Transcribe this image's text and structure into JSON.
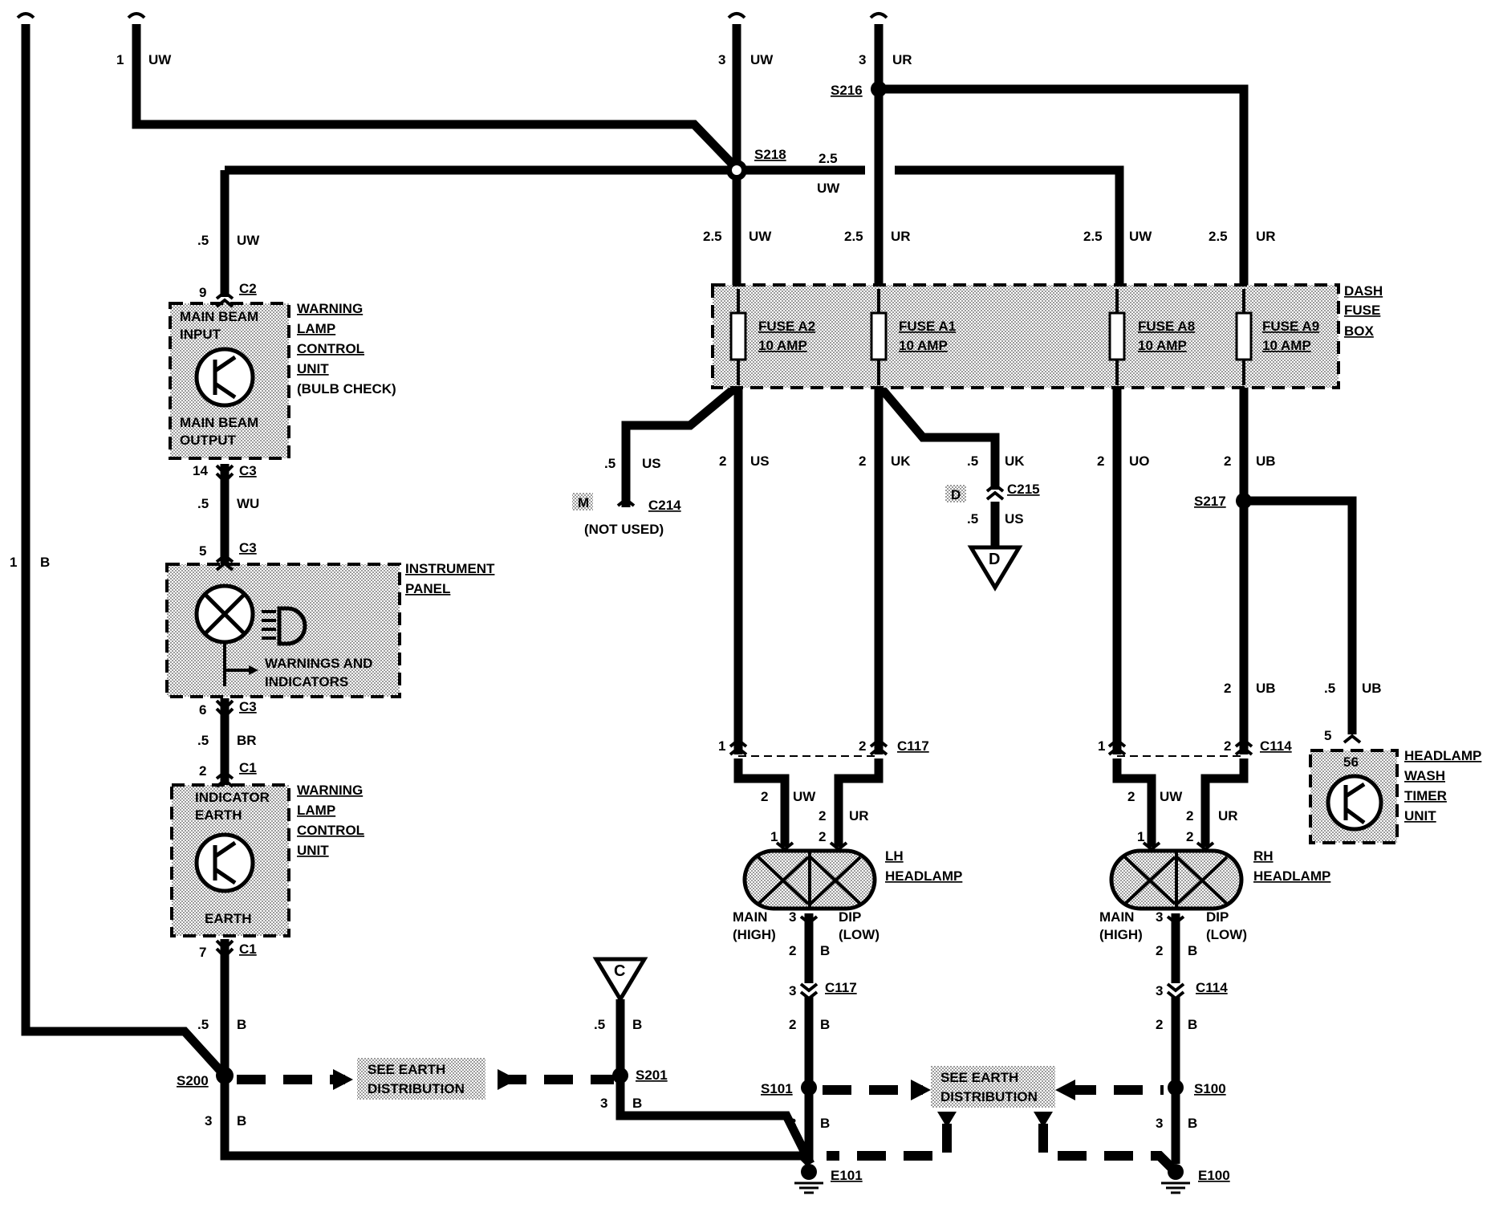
{
  "wire_labels": {
    "w1_size": "1",
    "w1_color": "UW",
    "w2_size": "3",
    "w2_color": "UW",
    "w3_size": "3",
    "w3_color": "UR",
    "s218_size": "2.5",
    "s218_color": "UW",
    "c2_size": ".5",
    "c2_color": "UW",
    "f1_size": "2.5",
    "f1_color": "UW",
    "f2_size": "2.5",
    "f2_color": "UR",
    "f3_size": "2.5",
    "f3_color": "UW",
    "f4_size": "2.5",
    "f4_color": "UR",
    "c3_size": ".5",
    "c3_color": "WU",
    "br_size": ".5",
    "br_color": "BR",
    "b_left_size": "1",
    "b_left_color": "B",
    "us_size": ".5",
    "us_color": "US",
    "o1_size": "2",
    "o1_color": "US",
    "o2_size": "2",
    "o2_color": "UK",
    "uk_size": ".5",
    "uk_color": "UK",
    "us2_size": ".5",
    "us2_color": "US",
    "o3_size": "2",
    "o3_color": "UO",
    "o4_size": "2",
    "o4_color": "UB",
    "ub2_size": "2",
    "ub2_color": "UB",
    "ub3_size": ".5",
    "ub3_color": "UB",
    "lh_uw_size": "2",
    "lh_uw_color": "UW",
    "lh_ur_size": "2",
    "lh_ur_color": "UR",
    "rh_uw_size": "2",
    "rh_uw_color": "UW",
    "rh_ur_size": "2",
    "rh_ur_color": "UR",
    "lh_b_size": "2",
    "lh_b_color": "B",
    "rh_b_size": "2",
    "rh_b_color": "B",
    "lh_b2_size": "2",
    "lh_b2_color": "B",
    "rh_b2_size": "2",
    "rh_b2_color": "B",
    "lh_b3_size": "3",
    "lh_b3_color": "B",
    "rh_b3_size": "3",
    "rh_b3_color": "B",
    "s200_up_size": ".5",
    "s200_up_color": "B",
    "s200_dn_size": "3",
    "s200_dn_color": "B",
    "s201_up_size": ".5",
    "s201_up_color": "B",
    "s201_dn_size": "3",
    "s201_dn_color": "B"
  },
  "splices": {
    "s216": "S216",
    "s218": "S218",
    "s217": "S217",
    "s200": "S200",
    "s201": "S201",
    "s101": "S101",
    "s100": "S100"
  },
  "grounds": {
    "e101": "E101",
    "e100": "E100"
  },
  "connectors": {
    "c2": "C2",
    "c2_pin": "9",
    "c3a": "C3",
    "c3a_pin": "14",
    "c3b": "C3",
    "c3b_pin": "5",
    "c3c": "C3",
    "c3c_pin": "6",
    "c1a": "C1",
    "c1a_pin": "2",
    "c1b": "C1",
    "c1b_pin": "7",
    "c214": "C214",
    "c214_tag": "M",
    "c214_note": "(NOT USED)",
    "c215": "C215",
    "c215_tag": "D",
    "c117": "C117",
    "c117_pin1": "1",
    "c117_pin2": "2",
    "c114": "C114",
    "c114_pin1": "1",
    "c114_pin2": "2",
    "c117b": "C117",
    "c117b_pin": "3",
    "c114b": "C114",
    "c114b_pin": "3",
    "wash_pin": "5"
  },
  "fuse_box": {
    "title_l1": "DASH",
    "title_l2": "FUSE",
    "title_l3": "BOX",
    "fuses": [
      {
        "name": "FUSE A2",
        "rating": "10 AMP"
      },
      {
        "name": "FUSE A1",
        "rating": "10 AMP"
      },
      {
        "name": "FUSE A8",
        "rating": "10 AMP"
      },
      {
        "name": "FUSE A9",
        "rating": "10 AMP"
      }
    ]
  },
  "components": {
    "wlcu1": {
      "input_l1": "MAIN BEAM",
      "input_l2": "INPUT",
      "output_l1": "MAIN BEAM",
      "output_l2": "OUTPUT",
      "t1": "WARNING",
      "t2": "LAMP",
      "t3": "CONTROL",
      "t4": "UNIT",
      "t5": "(BULB CHECK)"
    },
    "panel": {
      "t1": "INSTRUMENT",
      "t2": "PANEL",
      "note_l1": "WARNINGS AND",
      "note_l2": "INDICATORS"
    },
    "wlcu2": {
      "in_l1": "INDICATOR",
      "in_l2": "EARTH",
      "out": "EARTH",
      "t1": "WARNING",
      "t2": "LAMP",
      "t3": "CONTROL",
      "t4": "UNIT"
    },
    "lh": {
      "t1": "LH",
      "t2": "HEADLAMP",
      "main_l1": "MAIN",
      "main_l2": "(HIGH)",
      "dip_l1": "DIP",
      "dip_l2": "(LOW)",
      "pin1": "1",
      "pin2": "2",
      "pin3": "3"
    },
    "rh": {
      "t1": "RH",
      "t2": "HEADLAMP",
      "main_l1": "MAIN",
      "main_l2": "(HIGH)",
      "dip_l1": "DIP",
      "dip_l2": "(LOW)",
      "pin1": "1",
      "pin2": "2",
      "pin3": "3"
    },
    "wash": {
      "pin": "56",
      "t1": "HEADLAMP",
      "t2": "WASH",
      "t3": "TIMER",
      "t4": "UNIT"
    }
  },
  "earth_distribution": {
    "left_l1": "SEE EARTH",
    "left_l2": "DISTRIBUTION",
    "right_l1": "SEE EARTH",
    "right_l2": "DISTRIBUTION"
  },
  "refs": {
    "c": "C",
    "d": "D"
  }
}
